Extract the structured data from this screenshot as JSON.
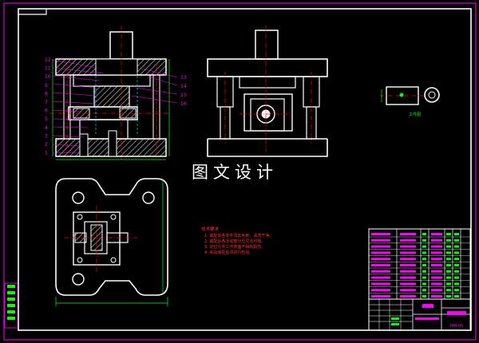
{
  "watermark": "图文设计",
  "drawing_number": "MH-05",
  "part_number_labels_left": [
    "12",
    "11",
    "10",
    "9",
    "8",
    "7",
    "6",
    "5",
    "4",
    "3",
    "2",
    "1"
  ],
  "part_number_labels_right": [
    "13",
    "14",
    "15",
    "16"
  ],
  "detail_caption": "工件图",
  "technical_requirements": {
    "title": "技术要求",
    "items": [
      "1. 装配前各零件须去毛刺、清洗干净。",
      "2. 装配后各活动部分应灵活可靠。",
      "3. 定位元件工作表面不得有损伤。",
      "4. 夹具装配后须进行检验。"
    ]
  },
  "colors": {
    "background": "#000000",
    "outline": "#ffffff",
    "frame": "#ff00ff",
    "dimension": "#00ff00",
    "centerline": "#ff0000",
    "hatch": "#ffffff",
    "hidden_line": "#00ffff",
    "annotation": "#ff3333"
  }
}
